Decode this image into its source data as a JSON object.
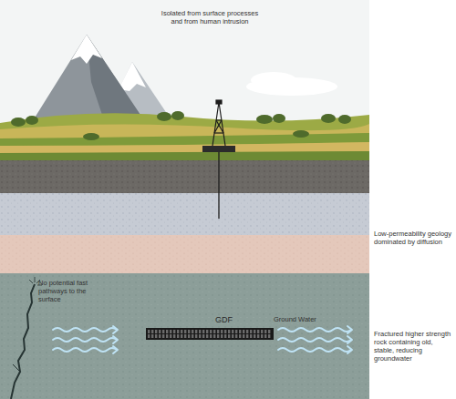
{
  "diagram": {
    "nodes": [
      {
        "text": [
          "GDF"
        ]
      }
    ],
    "labels": [
      "Isolated from surface processes and from human intrusion",
      "Low-permeability geology dominated by diffusion",
      "No potential fast pathways to the surface",
      "Ground Water",
      "Fractured higher strength rock containing old, stable, reducing groundwater"
    ]
  }
}
